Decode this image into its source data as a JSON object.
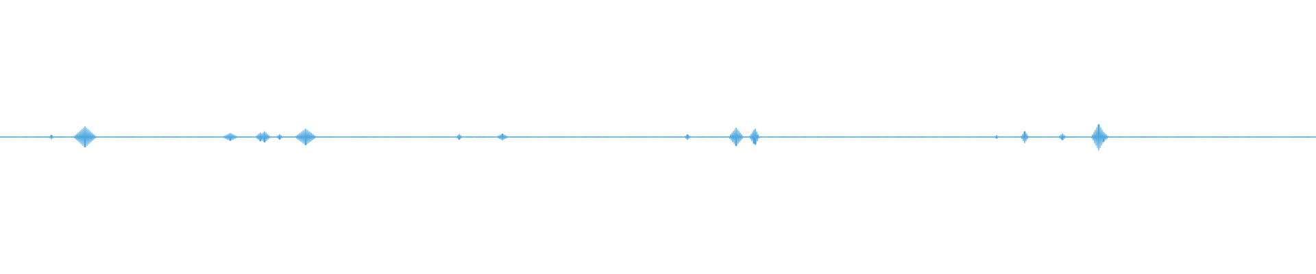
{
  "colors": {
    "background": "#ffffff",
    "waveform": "#4ea7df"
  },
  "chart_data": {
    "type": "line",
    "title": "",
    "xlabel": "",
    "ylabel": "",
    "xlim": [
      0,
      1920
    ],
    "ylim": [
      -1,
      1
    ],
    "grid": false,
    "legend": "none",
    "series": [
      {
        "peaks": [
          {
            "x": 75,
            "amp": 0.04,
            "width": 3
          },
          {
            "x": 124,
            "amp": 0.19,
            "width": 16
          },
          {
            "x": 336,
            "amp": 0.07,
            "width": 11
          },
          {
            "x": 380,
            "amp": 0.08,
            "width": 7
          },
          {
            "x": 386,
            "amp": 0.1,
            "width": 8
          },
          {
            "x": 408,
            "amp": 0.05,
            "width": 4
          },
          {
            "x": 446,
            "amp": 0.15,
            "width": 15
          },
          {
            "x": 670,
            "amp": 0.05,
            "width": 4
          },
          {
            "x": 733,
            "amp": 0.06,
            "width": 8
          },
          {
            "x": 1003,
            "amp": 0.05,
            "width": 4
          },
          {
            "x": 1074,
            "amp": 0.17,
            "width": 10
          },
          {
            "x": 1100,
            "amp": 0.13,
            "width": 6
          },
          {
            "x": 1102,
            "amp": 0.15,
            "width": 5
          },
          {
            "x": 1454,
            "amp": 0.03,
            "width": 3
          },
          {
            "x": 1495,
            "amp": 0.11,
            "width": 5
          },
          {
            "x": 1550,
            "amp": 0.06,
            "width": 5
          },
          {
            "x": 1603,
            "amp": 0.24,
            "width": 10
          },
          {
            "x": 1610,
            "amp": 0.09,
            "width": 7
          },
          {
            "x": 1908,
            "amp": 0.01,
            "width": 4
          }
        ]
      }
    ]
  }
}
